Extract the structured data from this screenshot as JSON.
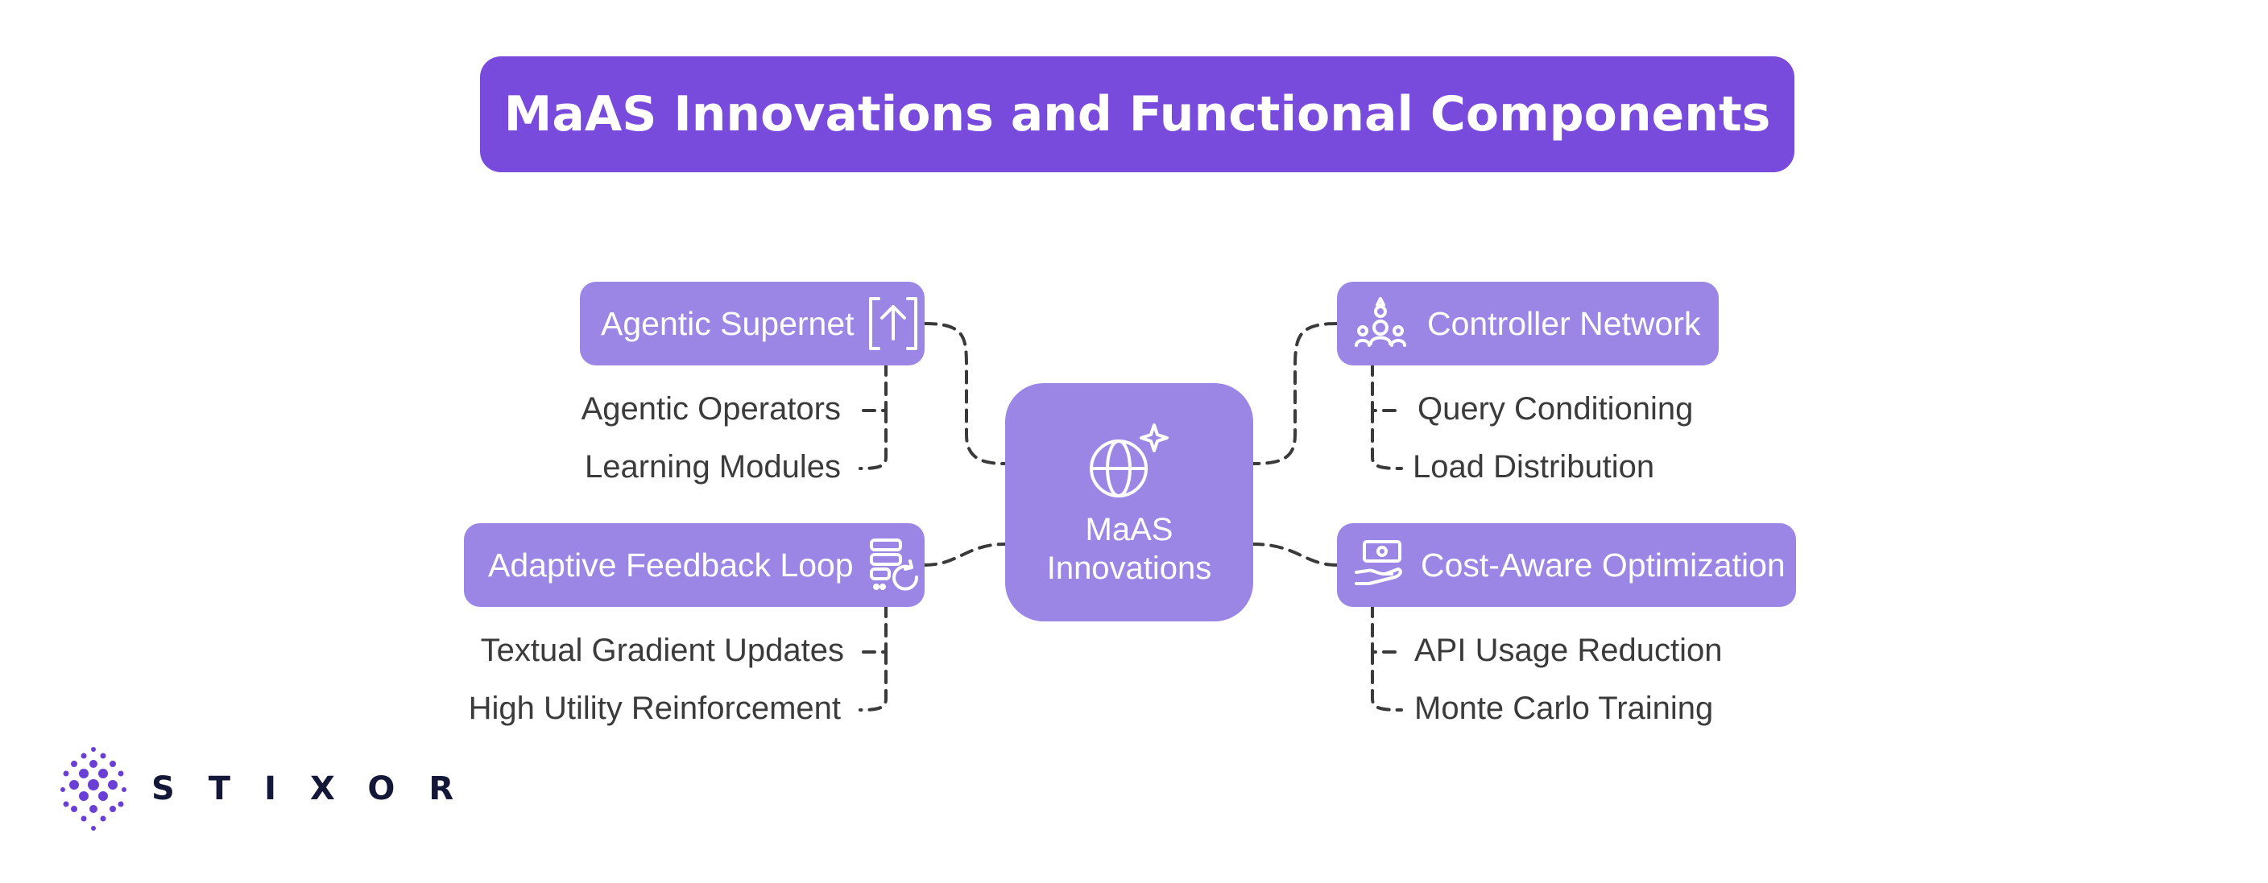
{
  "title": "MaAS Innovations and Functional Components",
  "center": {
    "label_line1": "MaAS",
    "label_line2": "Innovations",
    "icon": "globe-sparkle-icon"
  },
  "branches": {
    "top_left": {
      "label": "Agentic Supernet",
      "icon": "upload-arrow-icon",
      "children": [
        "Agentic Operators",
        "Learning Modules"
      ]
    },
    "bottom_left": {
      "label": "Adaptive Feedback Loop",
      "icon": "list-refresh-icon",
      "children": [
        "Textual Gradient Updates",
        "High Utility Reinforcement"
      ]
    },
    "top_right": {
      "label": "Controller Network",
      "icon": "network-people-icon",
      "children": [
        "Query Conditioning",
        "Load Distribution"
      ]
    },
    "bottom_right": {
      "label": "Cost-Aware Optimization",
      "icon": "hand-money-icon",
      "children": [
        "API Usage Reduction",
        "Monte Carlo Training"
      ]
    }
  },
  "logo": {
    "text": "STIXOR",
    "icon": "hexagon-dots-logo-icon"
  },
  "colors": {
    "banner": "#784BDD",
    "node": "#9B86E6",
    "connector": "#3a3a3a",
    "sub_text": "#3b3b3b",
    "logo_text": "#141838"
  }
}
